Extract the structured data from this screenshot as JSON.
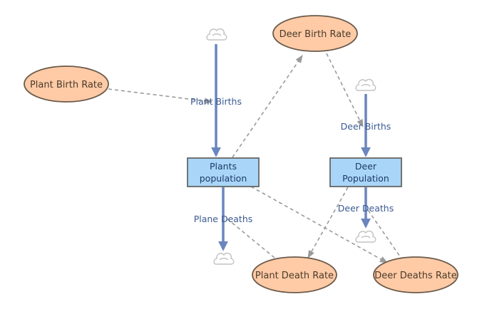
{
  "diagram": {
    "variables": {
      "deer_birth_rate": "Deer Birth Rate",
      "plant_birth_rate": "Plant Birth Rate",
      "plant_death_rate": "Plant Death Rate",
      "deer_deaths_rate": "Deer Deaths Rate"
    },
    "stocks": {
      "plants_line1": "Plants",
      "plants_line2": "population",
      "deer_line1": "Deer",
      "deer_line2": "Population"
    },
    "flows": {
      "plant_births": "Plant Births",
      "plane_deaths": "Plane Deaths",
      "deer_births": "Deer Births",
      "deer_deaths": "Deer Deaths"
    },
    "colors": {
      "variable_fill": "#ffcba6",
      "variable_stroke": "#6b5a4a",
      "stock_fill": "#a9d6f8",
      "stock_stroke": "#666666",
      "flow_color": "#6a86bf",
      "link_color": "#9a9a9a"
    },
    "icons": {
      "source_sink": "cloud-icon"
    }
  }
}
